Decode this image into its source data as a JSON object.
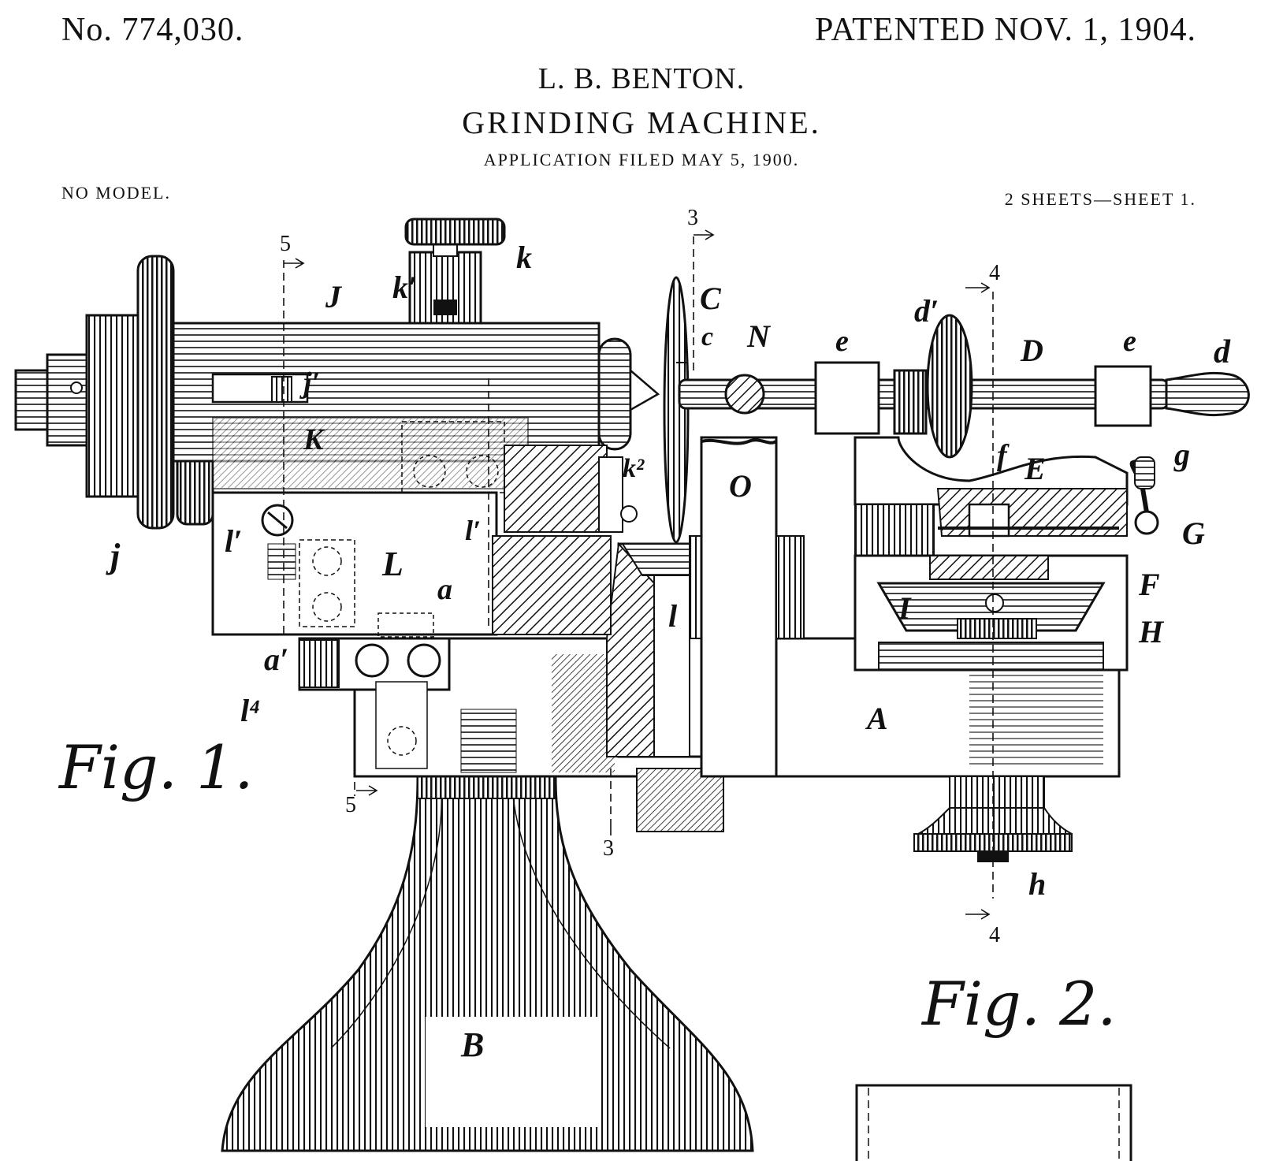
{
  "header": {
    "patent_number": "No. 774,030.",
    "patent_date": "PATENTED NOV. 1, 1904.",
    "inventor": "L. B. BENTON.",
    "title": "GRINDING MACHINE.",
    "application": "APPLICATION FILED MAY 5, 1900.",
    "model_note": "NO MODEL.",
    "sheet_info": "2 SHEETS—SHEET 1."
  },
  "figures": {
    "fig1": "Fig. 1.",
    "fig2": "Fig. 2."
  },
  "reference_labels": {
    "J": "J",
    "k": "k",
    "k1": "k′",
    "C": "C",
    "c": "c",
    "N": "N",
    "e1": "e",
    "e2": "e",
    "d1": "d′",
    "D": "D",
    "d": "d",
    "j1": "j′",
    "K": "K",
    "k2": "k²",
    "O": "O",
    "f": "f",
    "E": "E",
    "g": "g",
    "G": "G",
    "l1a": "l′",
    "l1b": "l′",
    "L": "L",
    "a": "a",
    "F": "F",
    "I": "I",
    "l": "l",
    "j": "j",
    "H": "H",
    "a1": "a′",
    "l4": "l⁴",
    "A": "A",
    "h": "h",
    "B": "B"
  },
  "section_marks": {
    "s3_top": "3",
    "s3_bottom": "3",
    "s4_top": "4",
    "s4_bottom": "4",
    "s5_top": "5",
    "s5_bottom": "5"
  }
}
